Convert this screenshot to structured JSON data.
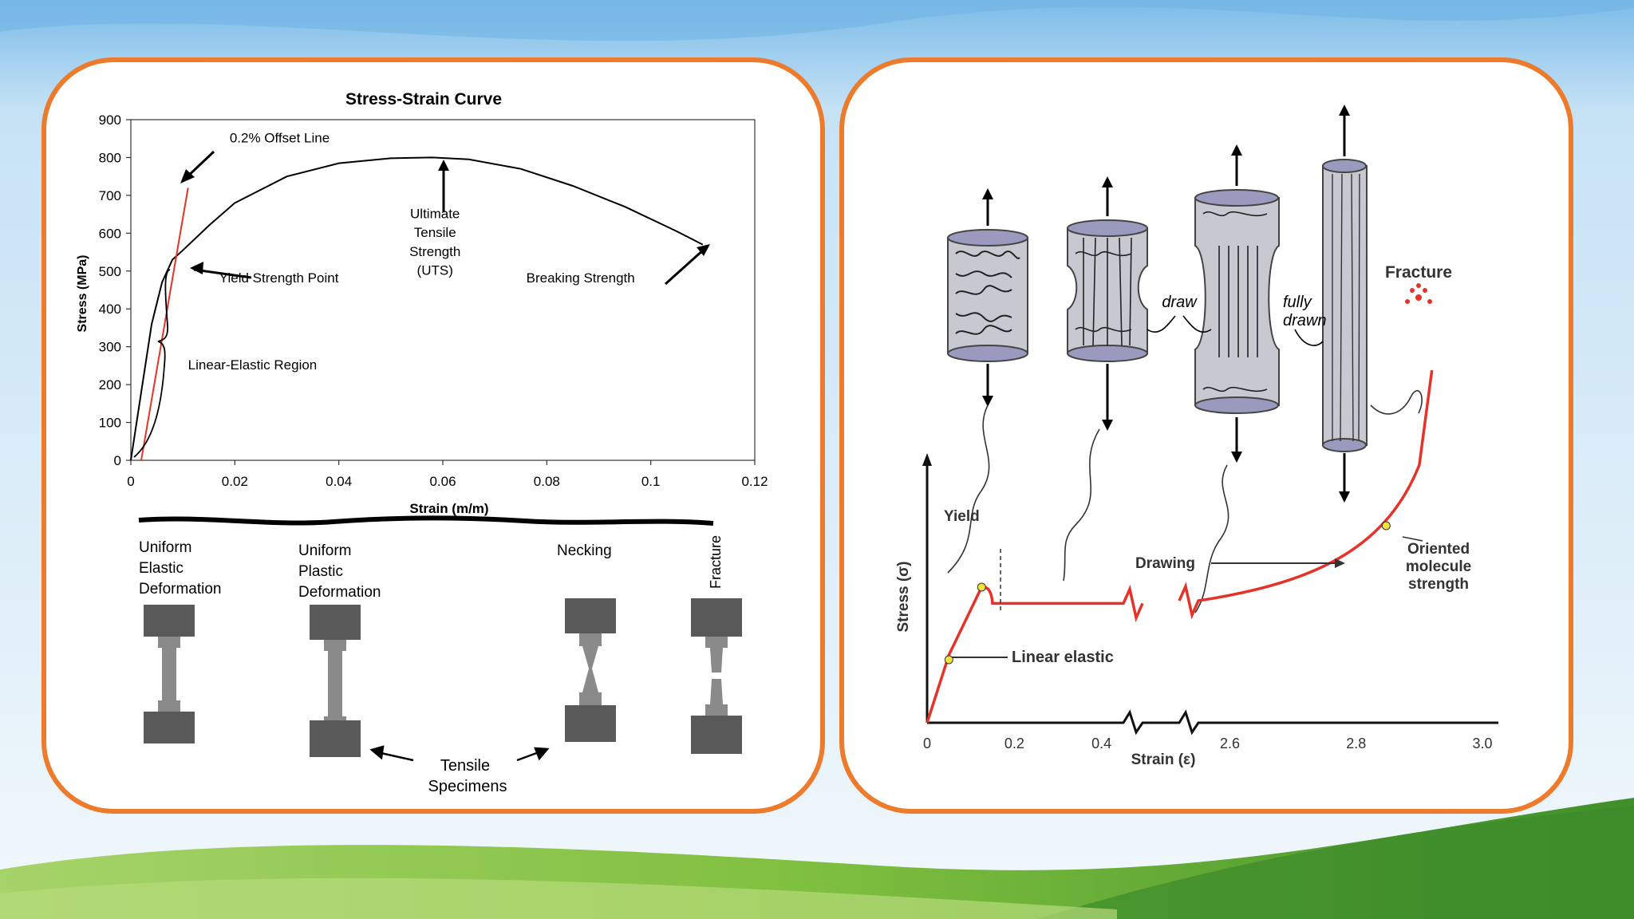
{
  "colors": {
    "panel_border": "#ee7a2b",
    "curve_red": "#e63228",
    "specimen_dark": "#595959",
    "specimen_light": "#8a8a8a",
    "grass_green": "#7fbf3f",
    "sky_blue": "#a9d3ef"
  },
  "left_chart": {
    "chart_data": {
      "type": "line",
      "title": "Stress-Strain Curve",
      "xlabel": "Strain (m/m)",
      "ylabel": "Stress (MPa)",
      "xlim": [
        0,
        0.12
      ],
      "ylim": [
        0,
        900
      ],
      "x_ticks": [
        "0",
        "0.02",
        "0.04",
        "0.06",
        "0.08",
        "0.1",
        "0.12"
      ],
      "y_ticks": [
        "0",
        "100",
        "200",
        "300",
        "400",
        "500",
        "600",
        "700",
        "800",
        "900"
      ],
      "grid": false,
      "series": [
        {
          "color": "#000000",
          "x": [
            0,
            0.002,
            0.004,
            0.006,
            0.008,
            0.01,
            0.015,
            0.02,
            0.03,
            0.04,
            0.05,
            0.058,
            0.065,
            0.075,
            0.085,
            0.095,
            0.105,
            0.11
          ],
          "y": [
            0,
            180,
            360,
            470,
            530,
            555,
            620,
            680,
            750,
            785,
            798,
            800,
            795,
            770,
            725,
            670,
            605,
            570
          ]
        },
        {
          "color": "#e63228",
          "x": [
            0.002,
            0.011
          ],
          "y": [
            0,
            720
          ]
        }
      ],
      "annotations": [
        {
          "text": "0.2% Offset Line",
          "x": 0.019,
          "y": 840
        },
        {
          "text": "Yield Strength Point",
          "x": 0.017,
          "y": 470
        },
        {
          "text": "Linear-Elastic Region",
          "x": 0.011,
          "y": 240
        },
        {
          "text": "Ultimate",
          "x": 0.0585,
          "y": 640
        },
        {
          "text": "Tensile",
          "x": 0.0585,
          "y": 590
        },
        {
          "text": "Strength",
          "x": 0.0585,
          "y": 540
        },
        {
          "text": "(UTS)",
          "x": 0.0585,
          "y": 490
        },
        {
          "text": "Breaking Strength",
          "x": 0.0865,
          "y": 470
        }
      ]
    },
    "specimen_labels": [
      {
        "lines": [
          "Uniform",
          "Elastic",
          "Deformation"
        ]
      },
      {
        "lines": [
          "Uniform",
          "Plastic",
          "Deformation"
        ]
      },
      {
        "lines": [
          "Necking"
        ]
      },
      {
        "lines": [
          "Fracture"
        ]
      }
    ],
    "tensile_label": [
      "Tensile",
      "Specimens"
    ]
  },
  "right_chart": {
    "chart_data": {
      "type": "line",
      "xlabel": "Strain (ε)",
      "ylabel": "Stress (σ)",
      "x_ticks": [
        "0",
        "0.2",
        "0.4",
        "2.6",
        "2.8",
        "3.0"
      ],
      "grid": false,
      "series": [
        {
          "color": "#e63228",
          "points": [
            {
              "x": 0,
              "rel_stress": 0
            },
            {
              "x": 0.05,
              "rel_stress": 0.5
            },
            {
              "x": 0.125,
              "rel_stress": 1.0
            },
            {
              "x": 0.15,
              "rel_stress": 0.88
            },
            {
              "x": 0.45,
              "rel_stress": 0.88
            },
            {
              "x": 2.55,
              "rel_stress": 0.9
            },
            {
              "x": 2.75,
              "rel_stress": 1.1
            },
            {
              "x": 2.85,
              "rel_stress": 1.5
            },
            {
              "x": 2.9,
              "rel_stress": 1.9
            },
            {
              "x": 2.92,
              "rel_stress": 2.6
            }
          ]
        }
      ],
      "annotations": [
        {
          "text": "Yield"
        },
        {
          "text": "Linear elastic"
        },
        {
          "text": "Drawing"
        },
        {
          "text": "Fracture"
        },
        {
          "text": "Oriented"
        },
        {
          "text": "molecule"
        },
        {
          "text": "strength"
        }
      ]
    },
    "illustration_labels": {
      "draw": "draw",
      "fully_1": "fully",
      "fully_2": "drawn"
    }
  }
}
